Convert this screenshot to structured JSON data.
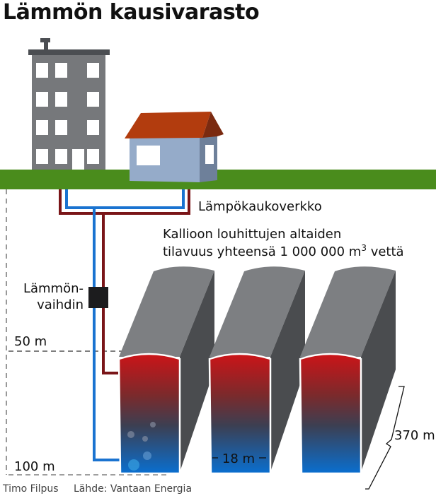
{
  "title": "Lämmön kausivarasto",
  "labels": {
    "network": "Lämpökaukoverkko",
    "volume_line1": "Kallioon louhittujen altaiden",
    "volume_line2_prefix": "tilavuus yhteensä 1 000 000 m",
    "volume_sup": "3",
    "volume_line2_suffix": " vettä",
    "exchanger_line1": "Lämmön-",
    "exchanger_line2": "vaihdin",
    "depth_top": "50 m",
    "depth_bottom": "100 m",
    "width": "18 m",
    "length": "370 m"
  },
  "credits": {
    "author": "Timo Filpus",
    "source": "Lähde: Vantaan Energia"
  },
  "colors": {
    "ground": "#4a8c1c",
    "building": "#76787b",
    "building_roof": "#4b4e52",
    "house_wall": "#95abc9",
    "house_side": "#6e809a",
    "house_roof": "#b23c0e",
    "hot_pipe": "#7a1518",
    "cold_pipe": "#1a73d0",
    "rock_top": "#7d7f82",
    "rock_side": "#4a4c4f",
    "water_hot": "#c8161a",
    "water_cold": "#0a6fcc"
  }
}
